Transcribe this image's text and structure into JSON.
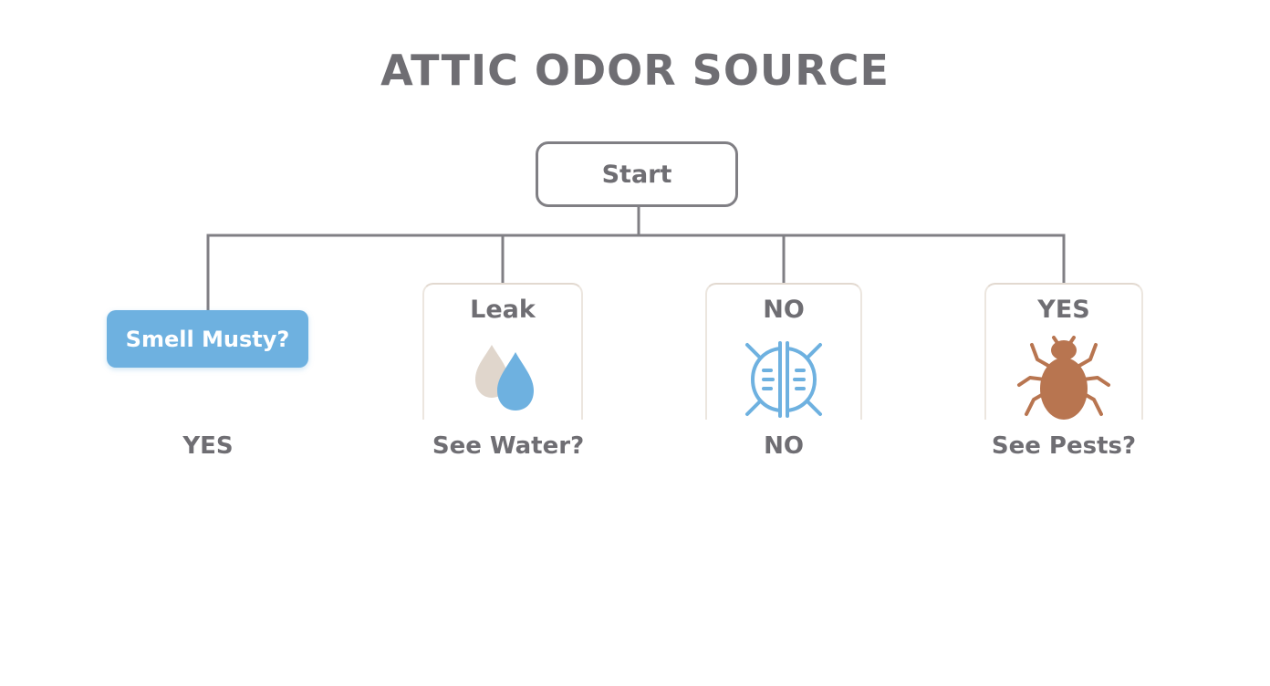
{
  "title": "ATTIC ODOR SOURCE",
  "start": {
    "label": "Start"
  },
  "branches": [
    {
      "box_label": "Smell Musty?",
      "bottom_label": "YES"
    },
    {
      "card_label": "Leak",
      "icon": "water-drops-icon",
      "bottom_label": "See Water?"
    },
    {
      "card_label": "NO",
      "icon": "insulation-shield-icon",
      "bottom_label": "NO"
    },
    {
      "card_label": "YES",
      "icon": "bug-icon",
      "bottom_label": "See Pests?"
    }
  ],
  "colors": {
    "text": "#6f6e73",
    "line": "#807f84",
    "accent_blue": "#6eb1e0",
    "drop_beige": "#e0d6cc",
    "bug_brown": "#b87550",
    "card_border": "#e2d9d0"
  }
}
